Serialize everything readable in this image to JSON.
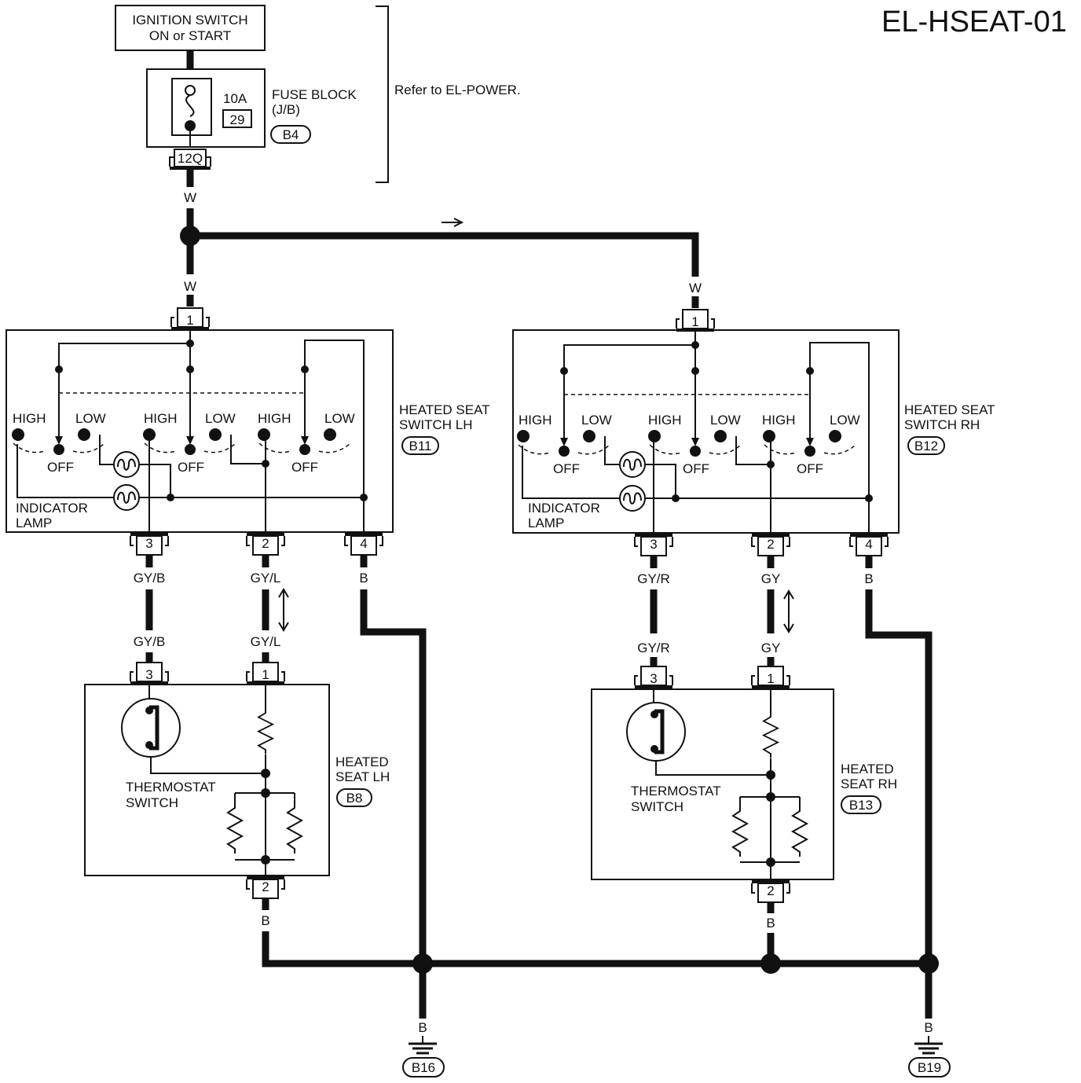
{
  "diagram_id": "EL-HSEAT-01",
  "power": {
    "ignition_line1": "IGNITION SWITCH",
    "ignition_line2": "ON or START",
    "fuse_amp": "10A",
    "fuse_number": "29",
    "fuse_block_line1": "FUSE BLOCK",
    "fuse_block_line2": "(J/B)",
    "fuse_block_connector": "B4",
    "fuse_terminal": "12Q",
    "refer_note": "Refer to EL-POWER."
  },
  "wire_colors": {
    "w": "W",
    "gy_b": "GY/B",
    "gy_l": "GY/L",
    "gy_r": "GY/R",
    "gy": "GY",
    "b": "B"
  },
  "switch_lh": {
    "name_line1": "HEATED SEAT",
    "name_line2": "SWITCH LH",
    "connector": "B11",
    "pins": [
      "1",
      "3",
      "2",
      "4"
    ]
  },
  "switch_rh": {
    "name_line1": "HEATED SEAT",
    "name_line2": "SWITCH RH",
    "connector": "B12",
    "pins": [
      "1",
      "3",
      "2",
      "4"
    ]
  },
  "switch_labels": {
    "high": "HIGH",
    "low": "LOW",
    "off": "OFF",
    "indicator_line1": "INDICATOR",
    "indicator_line2": "LAMP"
  },
  "seat_lh": {
    "name_line1": "HEATED",
    "name_line2": "SEAT LH",
    "connector": "B8",
    "pins": [
      "3",
      "1",
      "2"
    ]
  },
  "seat_rh": {
    "name_line1": "HEATED",
    "name_line2": "SEAT RH",
    "connector": "B13",
    "pins": [
      "3",
      "1",
      "2"
    ]
  },
  "thermostat": {
    "line1": "THERMOSTAT",
    "line2": "SWITCH"
  },
  "grounds": {
    "left": "B16",
    "right": "B19"
  },
  "colors": {
    "ink": "#111111",
    "background": "#ffffff"
  }
}
